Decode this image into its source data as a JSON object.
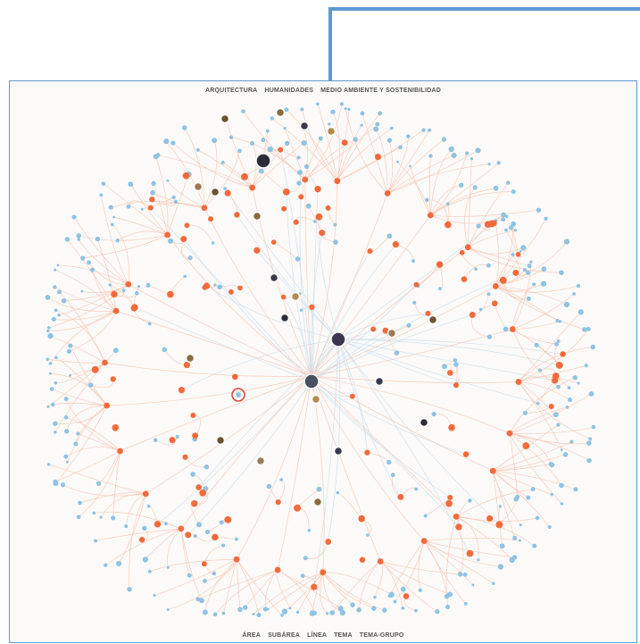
{
  "top_nav": [
    "ARQUITECTURA",
    "HUMANIDADES",
    "MEDIO AMBIENTE Y SOSTENIBILIDAD"
  ],
  "bottom_nav": [
    "ÁREA",
    "SUBÁREA",
    "LÍNEA",
    "TEMA",
    "TEMA-GRUPO"
  ],
  "colors": {
    "orange": "#f26a3b",
    "blue": "#8fc3e3",
    "link_orange": "#f6c2ae",
    "link_blue": "#c7dced",
    "frame": "#5b9bd5",
    "selected_ring": "#d9453a",
    "panel_bg": "#fbfaf8"
  },
  "graph": {
    "type": "radial-network",
    "node_types": [
      "area",
      "subarea",
      "linea",
      "tema",
      "tema-grupo"
    ],
    "selected_node": "highlighted-circle"
  }
}
